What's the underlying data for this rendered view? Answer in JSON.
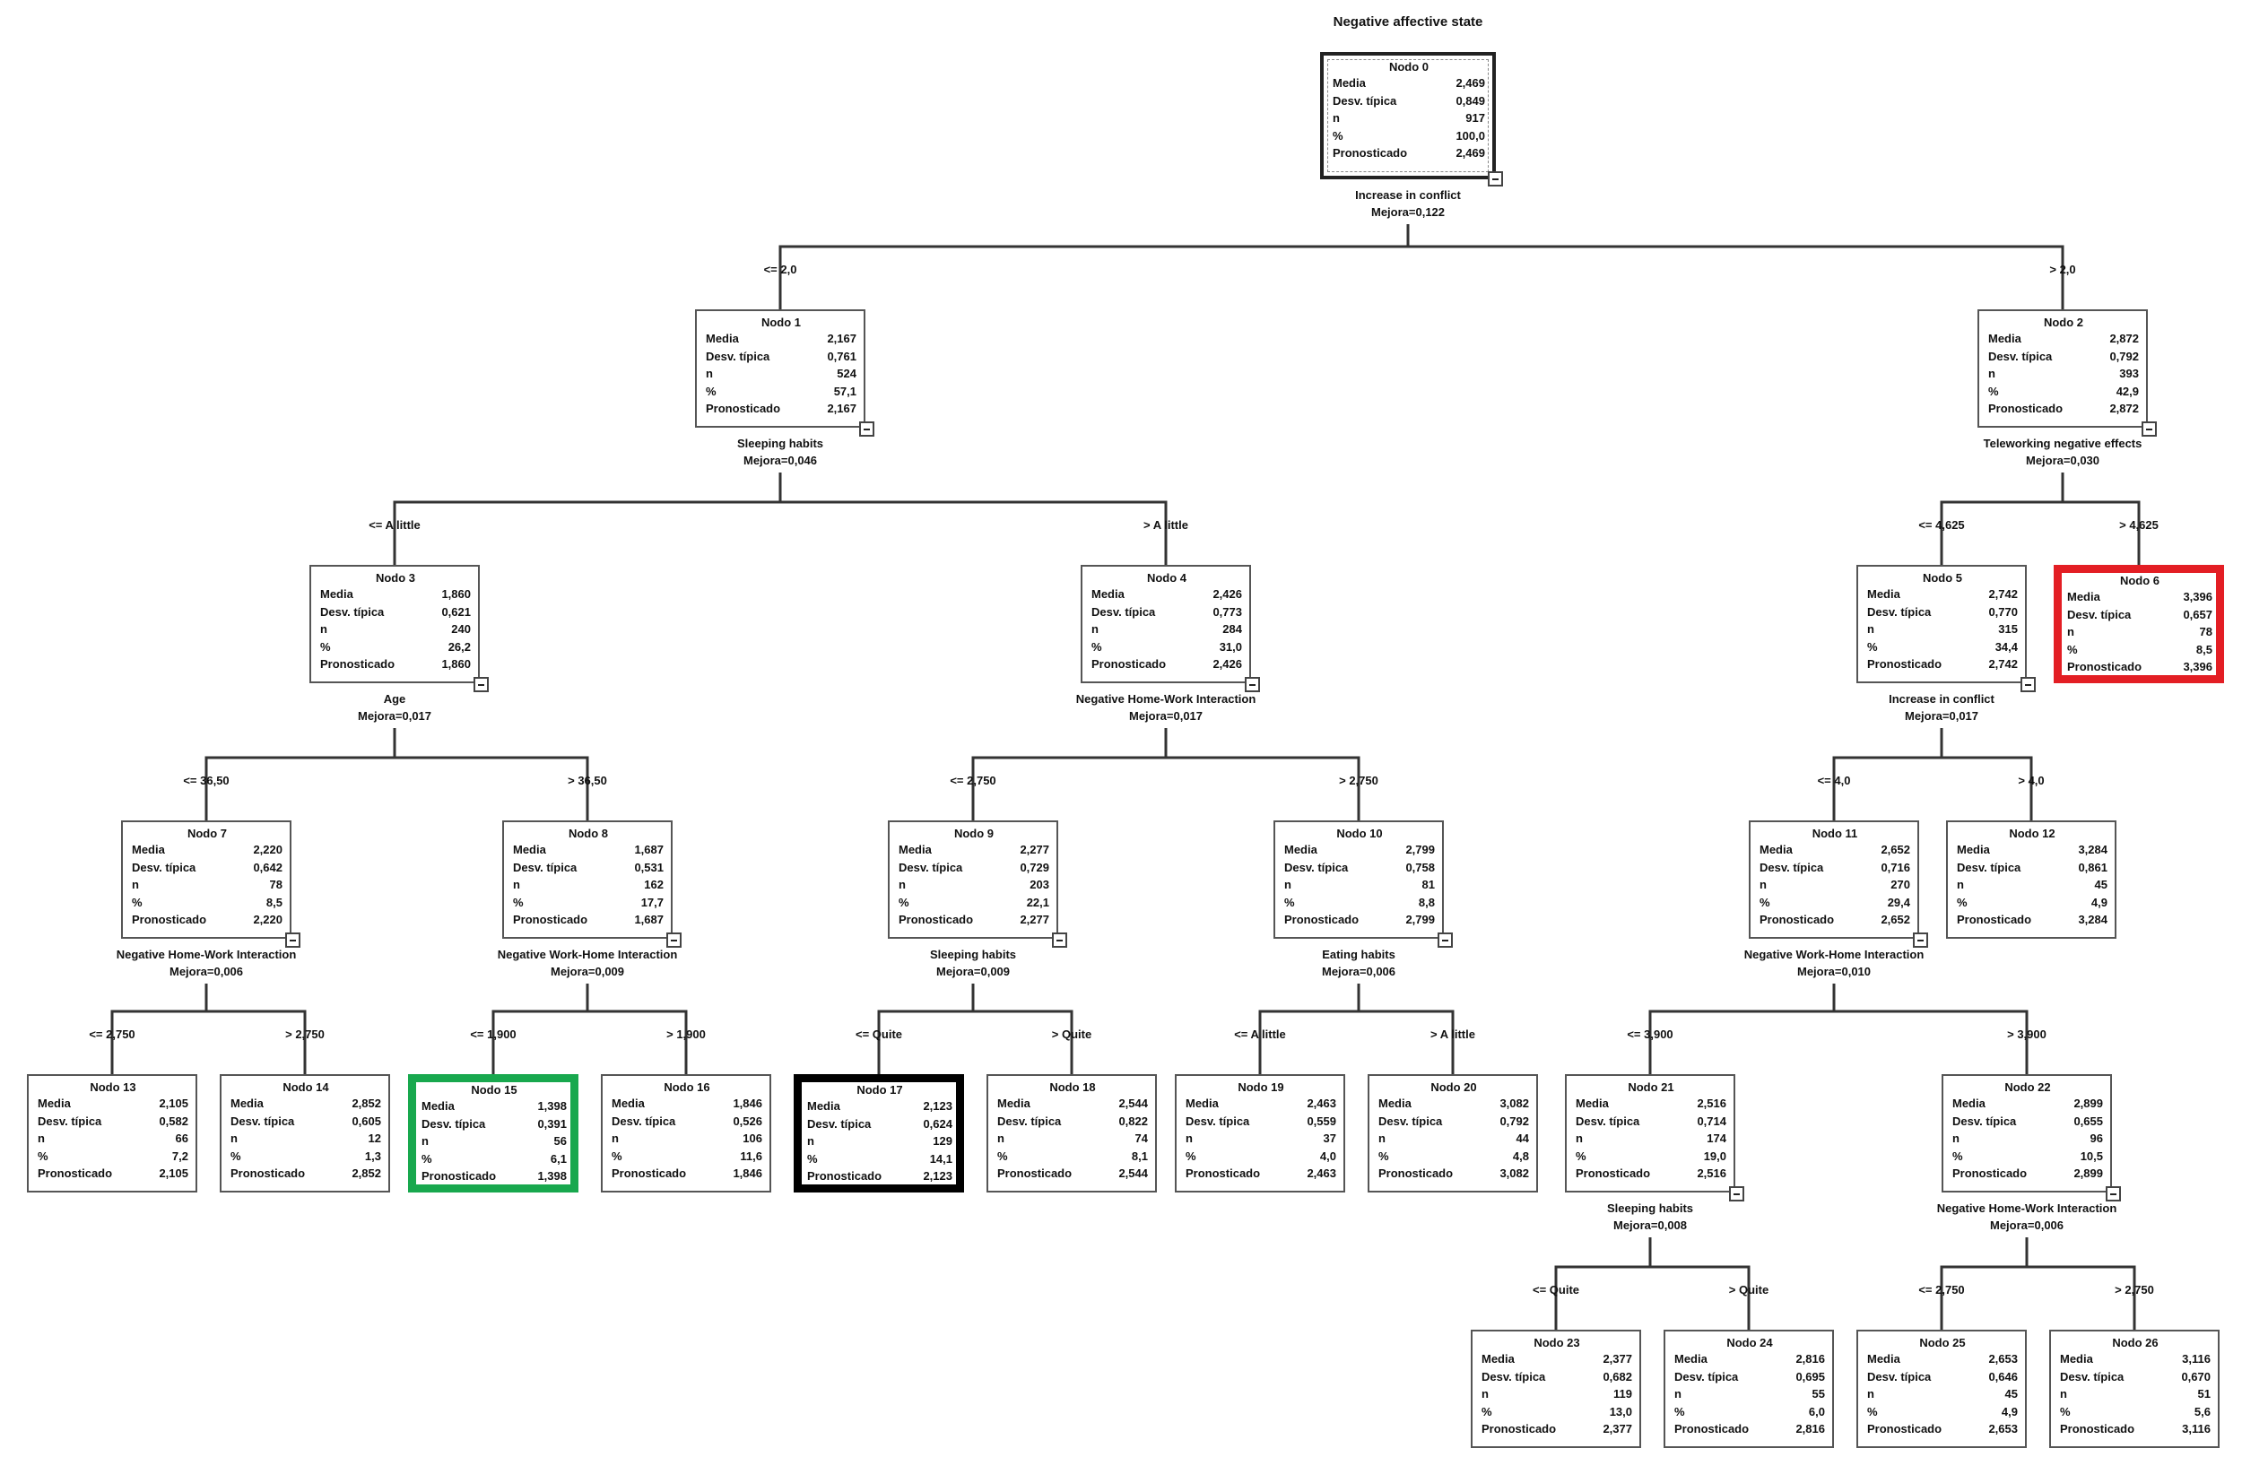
{
  "title": "Negative affective state",
  "row_labels": [
    "Media",
    "Desv. típica",
    "n",
    "%",
    "Pronosticado"
  ],
  "nodes": [
    {
      "id": 0,
      "title": "Nodo 0",
      "values": [
        "2,469",
        "0,849",
        "917",
        "100,0",
        "2,469"
      ],
      "collapse": true,
      "style": "root"
    },
    {
      "id": 1,
      "title": "Nodo 1",
      "values": [
        "2,167",
        "0,761",
        "524",
        "57,1",
        "2,167"
      ],
      "collapse": true
    },
    {
      "id": 2,
      "title": "Nodo 2",
      "values": [
        "2,872",
        "0,792",
        "393",
        "42,9",
        "2,872"
      ],
      "collapse": true
    },
    {
      "id": 3,
      "title": "Nodo 3",
      "values": [
        "1,860",
        "0,621",
        "240",
        "26,2",
        "1,860"
      ],
      "collapse": true
    },
    {
      "id": 4,
      "title": "Nodo 4",
      "values": [
        "2,426",
        "0,773",
        "284",
        "31,0",
        "2,426"
      ],
      "collapse": true
    },
    {
      "id": 5,
      "title": "Nodo 5",
      "values": [
        "2,742",
        "0,770",
        "315",
        "34,4",
        "2,742"
      ],
      "collapse": true
    },
    {
      "id": 6,
      "title": "Nodo 6",
      "values": [
        "3,396",
        "0,657",
        "78",
        "8,5",
        "3,396"
      ],
      "collapse": false,
      "style": "hl-red"
    },
    {
      "id": 7,
      "title": "Nodo 7",
      "values": [
        "2,220",
        "0,642",
        "78",
        "8,5",
        "2,220"
      ],
      "collapse": true
    },
    {
      "id": 8,
      "title": "Nodo 8",
      "values": [
        "1,687",
        "0,531",
        "162",
        "17,7",
        "1,687"
      ],
      "collapse": true
    },
    {
      "id": 9,
      "title": "Nodo 9",
      "values": [
        "2,277",
        "0,729",
        "203",
        "22,1",
        "2,277"
      ],
      "collapse": true
    },
    {
      "id": 10,
      "title": "Nodo 10",
      "values": [
        "2,799",
        "0,758",
        "81",
        "8,8",
        "2,799"
      ],
      "collapse": true
    },
    {
      "id": 11,
      "title": "Nodo 11",
      "values": [
        "2,652",
        "0,716",
        "270",
        "29,4",
        "2,652"
      ],
      "collapse": true
    },
    {
      "id": 12,
      "title": "Nodo 12",
      "values": [
        "3,284",
        "0,861",
        "45",
        "4,9",
        "3,284"
      ],
      "collapse": false
    },
    {
      "id": 13,
      "title": "Nodo 13",
      "values": [
        "2,105",
        "0,582",
        "66",
        "7,2",
        "2,105"
      ],
      "collapse": false
    },
    {
      "id": 14,
      "title": "Nodo 14",
      "values": [
        "2,852",
        "0,605",
        "12",
        "1,3",
        "2,852"
      ],
      "collapse": false
    },
    {
      "id": 15,
      "title": "Nodo 15",
      "values": [
        "1,398",
        "0,391",
        "56",
        "6,1",
        "1,398"
      ],
      "collapse": false,
      "style": "hl-green"
    },
    {
      "id": 16,
      "title": "Nodo 16",
      "values": [
        "1,846",
        "0,526",
        "106",
        "11,6",
        "1,846"
      ],
      "collapse": false
    },
    {
      "id": 17,
      "title": "Nodo 17",
      "values": [
        "2,123",
        "0,624",
        "129",
        "14,1",
        "2,123"
      ],
      "collapse": false,
      "style": "hl-black"
    },
    {
      "id": 18,
      "title": "Nodo 18",
      "values": [
        "2,544",
        "0,822",
        "74",
        "8,1",
        "2,544"
      ],
      "collapse": false
    },
    {
      "id": 19,
      "title": "Nodo 19",
      "values": [
        "2,463",
        "0,559",
        "37",
        "4,0",
        "2,463"
      ],
      "collapse": false
    },
    {
      "id": 20,
      "title": "Nodo 20",
      "values": [
        "3,082",
        "0,792",
        "44",
        "4,8",
        "3,082"
      ],
      "collapse": false
    },
    {
      "id": 21,
      "title": "Nodo 21",
      "values": [
        "2,516",
        "0,714",
        "174",
        "19,0",
        "2,516"
      ],
      "collapse": true
    },
    {
      "id": 22,
      "title": "Nodo 22",
      "values": [
        "2,899",
        "0,655",
        "96",
        "10,5",
        "2,899"
      ],
      "collapse": true
    },
    {
      "id": 23,
      "title": "Nodo 23",
      "values": [
        "2,377",
        "0,682",
        "119",
        "13,0",
        "2,377"
      ],
      "collapse": false
    },
    {
      "id": 24,
      "title": "Nodo 24",
      "values": [
        "2,816",
        "0,695",
        "55",
        "6,0",
        "2,816"
      ],
      "collapse": false
    },
    {
      "id": 25,
      "title": "Nodo 25",
      "values": [
        "2,653",
        "0,646",
        "45",
        "4,9",
        "2,653"
      ],
      "collapse": false
    },
    {
      "id": 26,
      "title": "Nodo 26",
      "values": [
        "3,116",
        "0,670",
        "51",
        "5,6",
        "3,116"
      ],
      "collapse": false
    }
  ],
  "splits": [
    {
      "parent": 0,
      "variable": "Increase in conflict",
      "improvement": "Mejora=0,122",
      "children": [
        1,
        2
      ],
      "branch_labels": [
        "<= 2,0",
        "> 2,0"
      ]
    },
    {
      "parent": 1,
      "variable": "Sleeping habits",
      "improvement": "Mejora=0,046",
      "children": [
        3,
        4
      ],
      "branch_labels": [
        "<= A little",
        "> A little"
      ]
    },
    {
      "parent": 2,
      "variable": "Teleworking negative effects",
      "improvement": "Mejora=0,030",
      "children": [
        5,
        6
      ],
      "branch_labels": [
        "<= 4,625",
        "> 4,625"
      ]
    },
    {
      "parent": 3,
      "variable": "Age",
      "improvement": "Mejora=0,017",
      "children": [
        7,
        8
      ],
      "branch_labels": [
        "<= 36,50",
        "> 36,50"
      ]
    },
    {
      "parent": 4,
      "variable": "Negative Home-Work Interaction",
      "improvement": "Mejora=0,017",
      "children": [
        9,
        10
      ],
      "branch_labels": [
        "<= 2,750",
        "> 2,750"
      ]
    },
    {
      "parent": 5,
      "variable": "Increase in conflict",
      "improvement": "Mejora=0,017",
      "children": [
        11,
        12
      ],
      "branch_labels": [
        "<= 4,0",
        "> 4,0"
      ]
    },
    {
      "parent": 7,
      "variable": "Negative Home-Work Interaction",
      "improvement": "Mejora=0,006",
      "children": [
        13,
        14
      ],
      "branch_labels": [
        "<= 2,750",
        "> 2,750"
      ]
    },
    {
      "parent": 8,
      "variable": "Negative Work-Home Interaction",
      "improvement": "Mejora=0,009",
      "children": [
        15,
        16
      ],
      "branch_labels": [
        "<= 1,900",
        "> 1,900"
      ]
    },
    {
      "parent": 9,
      "variable": "Sleeping habits",
      "improvement": "Mejora=0,009",
      "children": [
        17,
        18
      ],
      "branch_labels": [
        "<= Quite",
        "> Quite"
      ]
    },
    {
      "parent": 10,
      "variable": "Eating habits",
      "improvement": "Mejora=0,006",
      "children": [
        19,
        20
      ],
      "branch_labels": [
        "<= A little",
        "> A little"
      ]
    },
    {
      "parent": 11,
      "variable": "Negative Work-Home Interaction",
      "improvement": "Mejora=0,010",
      "children": [
        21,
        22
      ],
      "branch_labels": [
        "<= 3,900",
        "> 3,900"
      ]
    },
    {
      "parent": 21,
      "variable": "Sleeping habits",
      "improvement": "Mejora=0,008",
      "children": [
        23,
        24
      ],
      "branch_labels": [
        "<= Quite",
        "> Quite"
      ]
    },
    {
      "parent": 22,
      "variable": "Negative Home-Work Interaction",
      "improvement": "Mejora=0,006",
      "children": [
        25,
        26
      ],
      "branch_labels": [
        "<= 2,750",
        "> 2,750"
      ]
    }
  ]
}
